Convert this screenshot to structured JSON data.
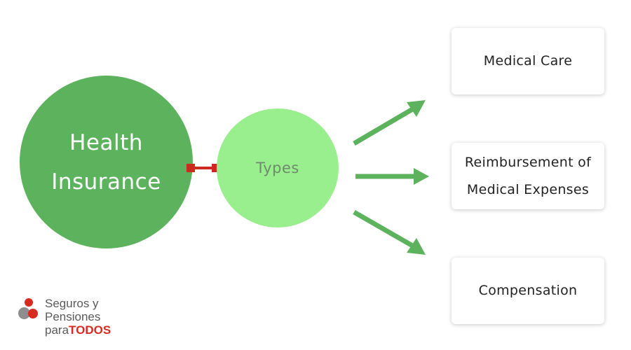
{
  "main_node": {
    "line1": "Health",
    "line2": "Insurance"
  },
  "center_node": {
    "label": "Types"
  },
  "targets": [
    {
      "lines": [
        "Medical Care"
      ]
    },
    {
      "lines": [
        "Reimbursement of",
        "Medical Expenses"
      ]
    },
    {
      "lines": [
        "Compensation"
      ]
    }
  ],
  "logo": {
    "line1": "Seguros y",
    "line2": "Pensiones",
    "line3_prefix": "para",
    "line3_brand": "TODOS"
  },
  "colors": {
    "main_node": "#5db25d",
    "center_node": "#99ee8e",
    "arrows": "#5db25d",
    "connector": "#cc2a1e",
    "brand_red": "#d72b22"
  }
}
